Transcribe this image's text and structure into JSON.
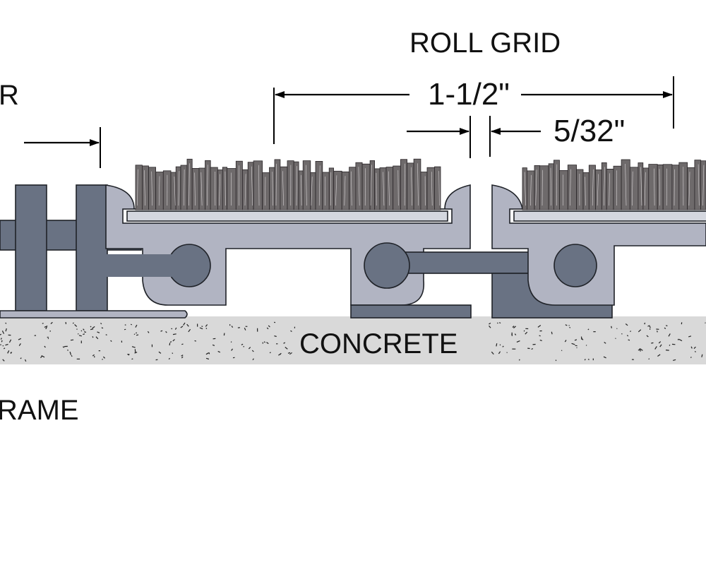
{
  "labels": {
    "roll_grid": "ROLL GRID",
    "dim_pitch": "1-1/2\"",
    "dim_gap": "5/32\"",
    "left_top_partial": "R",
    "left_bottom_partial": "RAME",
    "concrete": "CONCRETE"
  },
  "colors": {
    "light_profile": "#b1b4c2",
    "dark_profile": "#697283",
    "concrete": "#d9d9d9",
    "brush": "#6e6a6b",
    "insert": "#d4d7df",
    "line": "#000000"
  }
}
